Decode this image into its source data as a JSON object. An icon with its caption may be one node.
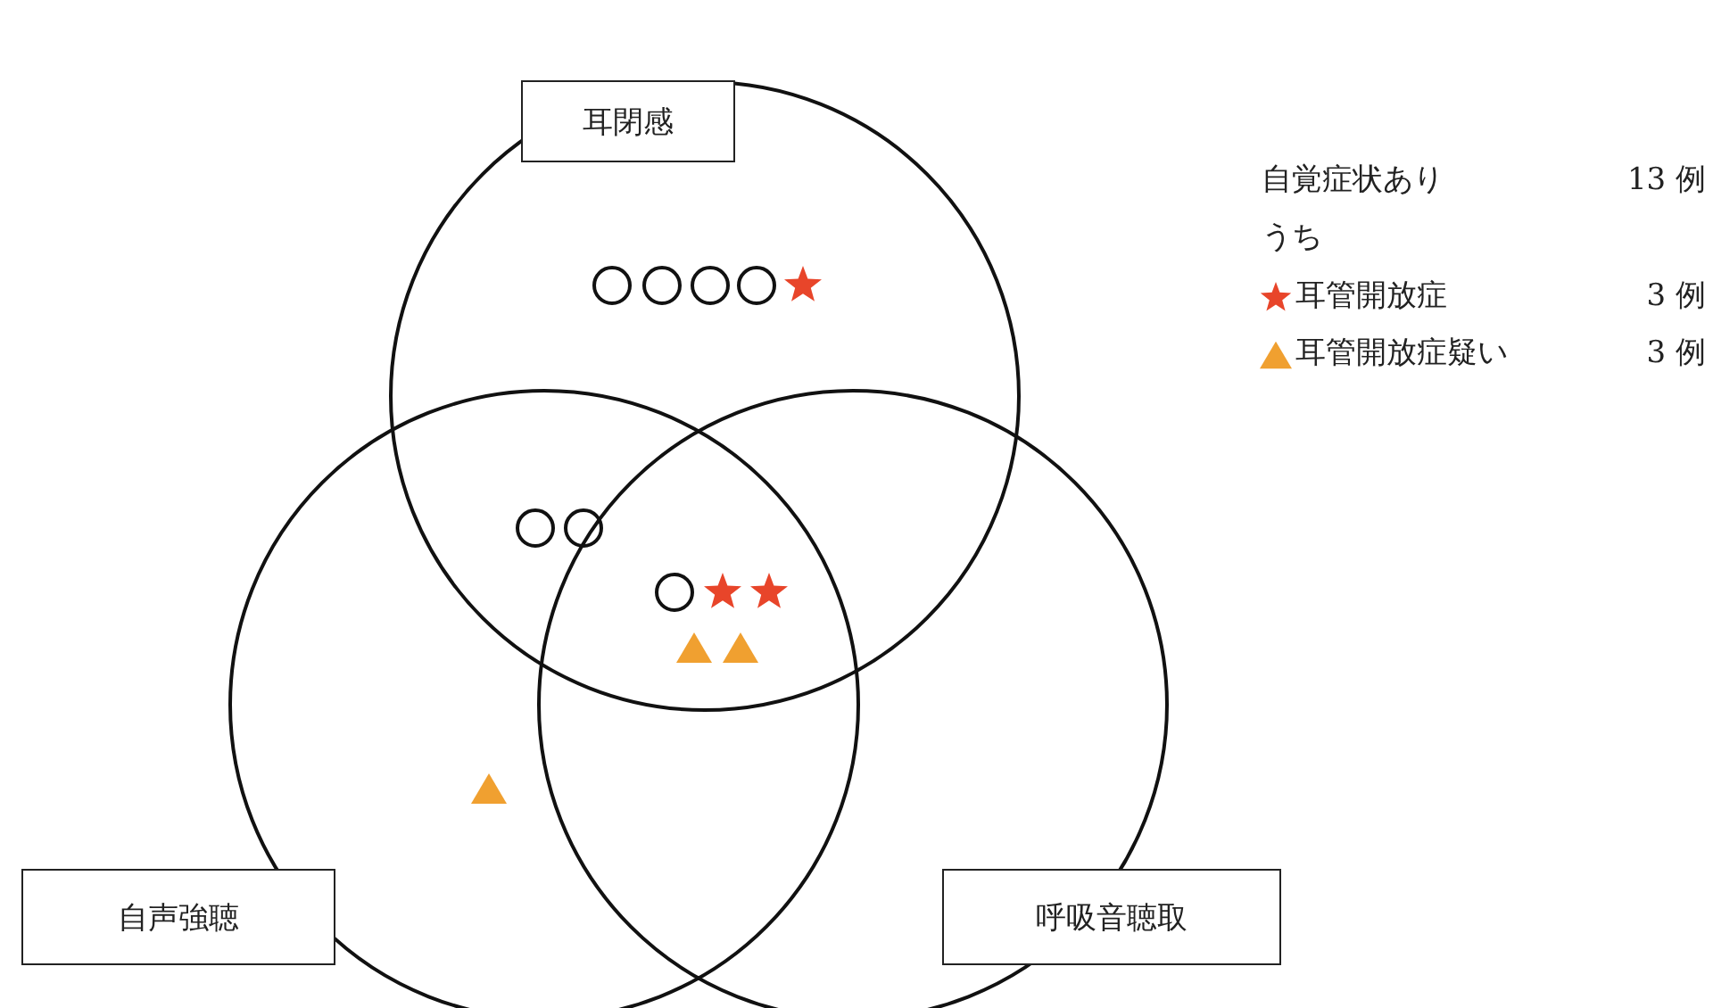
{
  "diagram": {
    "nodes": [
      {
        "text": [
          "耳閉感"
        ]
      },
      {
        "text": [
          "自声強聴"
        ]
      },
      {
        "text": [
          "呼吸音聴取"
        ]
      }
    ],
    "edges": [],
    "labels": [
      "自覚症状あり",
      "13 例",
      "うち",
      "3 例",
      "3 例"
    ],
    "legend": [
      {
        "text": "耳管開放症"
      },
      {
        "text": "耳管開放症疑い"
      }
    ]
  }
}
